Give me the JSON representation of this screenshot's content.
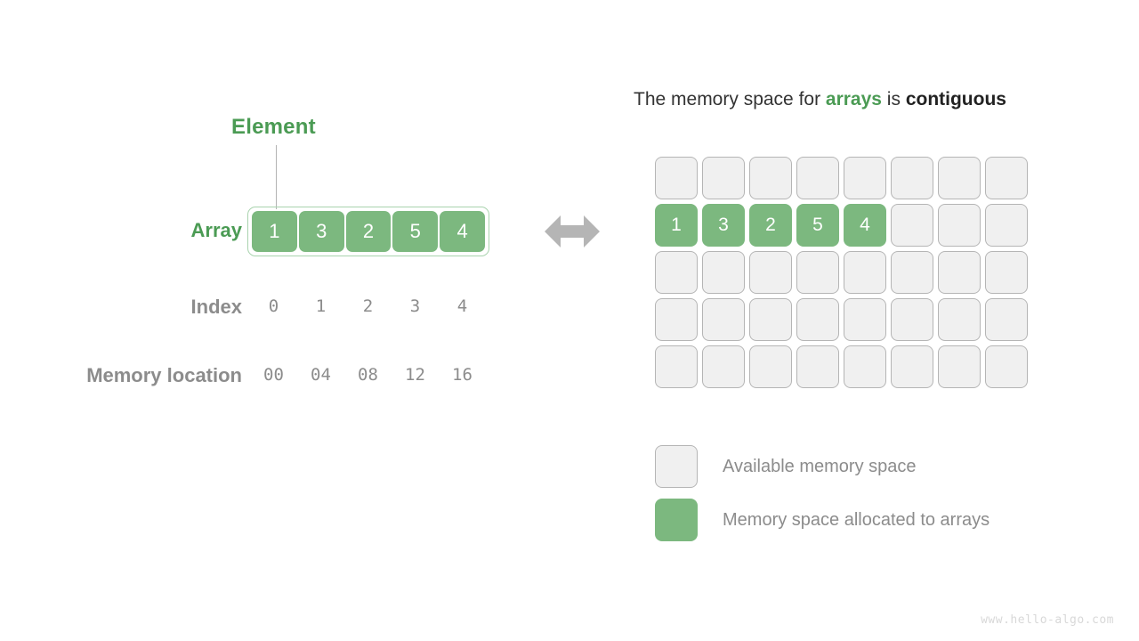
{
  "colors": {
    "accent_green": "#4b9b54",
    "cell_green": "#7cb87f",
    "array_border": "#a9d3ae",
    "gray_label": "#8c8c8c",
    "cell_gray_fill": "#f0f0f0",
    "cell_gray_border": "#b5b5b5",
    "arrow_gray": "#b5b5b5",
    "title_text": "#333333",
    "watermark": "#d8d8d8"
  },
  "left": {
    "element_callout": "Element",
    "array_label": "Array",
    "index_label": "Index",
    "memory_label": "Memory location",
    "array_values": [
      "1",
      "3",
      "2",
      "5",
      "4"
    ],
    "index_values": [
      "0",
      "1",
      "2",
      "3",
      "4"
    ],
    "memory_values": [
      "00",
      "04",
      "08",
      "12",
      "16"
    ],
    "arrow_icon": "double-headed-horizontal-arrow"
  },
  "right": {
    "title": {
      "part1": "The memory space for ",
      "highlight_green": "arrays",
      "part2": " is ",
      "highlight_dark": "contiguous"
    },
    "grid": {
      "columns": 8,
      "rows": 5,
      "cells": [
        [
          "",
          "",
          "",
          "",
          "",
          "",
          "",
          ""
        ],
        [
          "1",
          "3",
          "2",
          "5",
          "4",
          "",
          "",
          ""
        ],
        [
          "",
          "",
          "",
          "",
          "",
          "",
          "",
          ""
        ],
        [
          "",
          "",
          "",
          "",
          "",
          "",
          "",
          ""
        ],
        [
          "",
          "",
          "",
          "",
          "",
          "",
          "",
          ""
        ]
      ]
    },
    "legend": [
      {
        "swatch": "available",
        "label": "Available memory space"
      },
      {
        "swatch": "allocated",
        "label": "Memory space allocated to arrays"
      }
    ]
  },
  "footer": {
    "watermark": "www.hello-algo.com"
  }
}
